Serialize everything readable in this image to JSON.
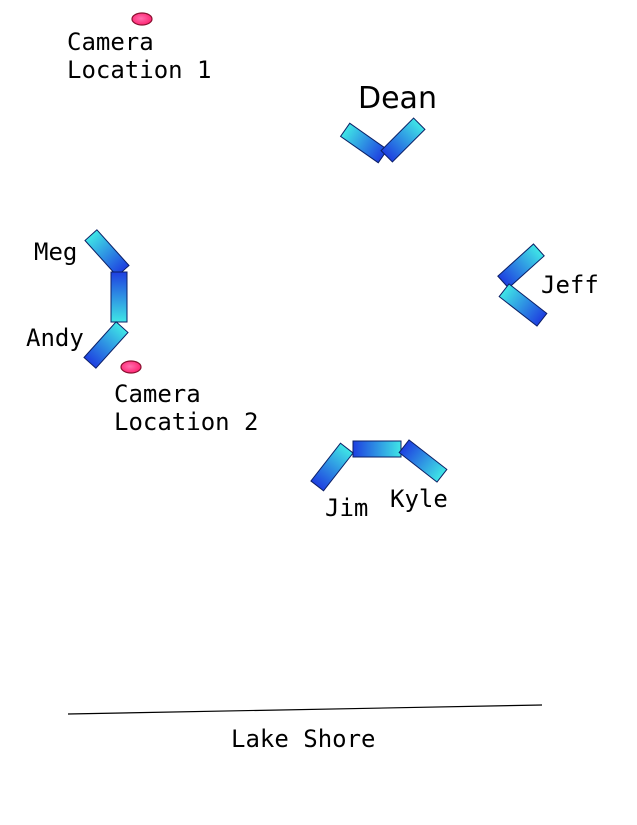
{
  "diagram": {
    "cameras": [
      {
        "id": "camera-1",
        "label_line1": "Camera",
        "label_line2": "Location 1"
      },
      {
        "id": "camera-2",
        "label_line1": "Camera",
        "label_line2": "Location 2"
      }
    ],
    "people": {
      "dean": "Dean",
      "meg": "Meg",
      "andy": "Andy",
      "jeff": "Jeff",
      "jim": "Jim",
      "kyle": "Kyle"
    },
    "shore_label": "Lake Shore",
    "colors": {
      "segment_start": "#1e3fe0",
      "segment_end": "#3fe6e6",
      "camera_fill": "#ff1f6e",
      "camera_stroke": "#8a1030",
      "shore_line": "#000000"
    }
  }
}
